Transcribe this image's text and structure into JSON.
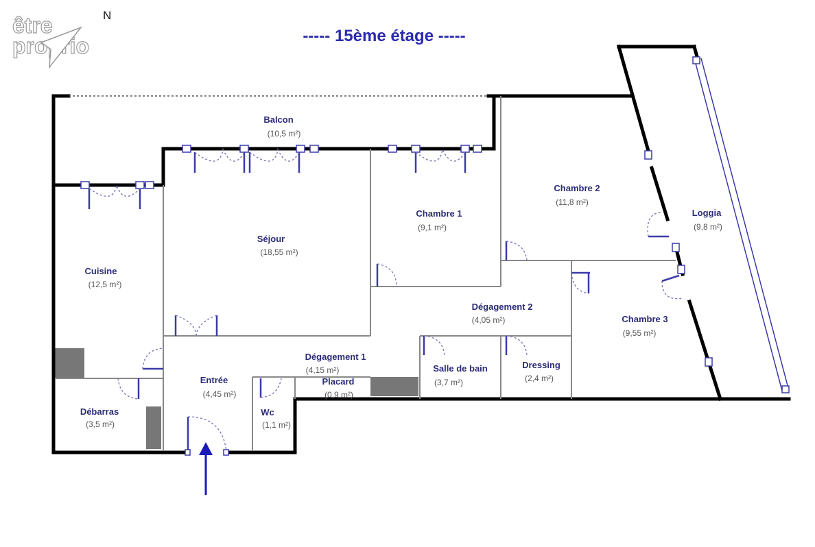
{
  "title": "----- 15ème étage -----",
  "logo": {
    "line1": "être",
    "line2": "proprio"
  },
  "north_label": "N",
  "colors": {
    "title": "#2b2bb0",
    "room_name": "#2b2b78",
    "wall": "#000000",
    "door": "#3a3aa8",
    "arrow": "#1a1ab8"
  },
  "rooms": [
    {
      "id": "balcon",
      "name": "Balcon",
      "area": "(10,5 m²)"
    },
    {
      "id": "chambre2",
      "name": "Chambre 2",
      "area": "(11,8 m²)"
    },
    {
      "id": "loggia",
      "name": "Loggia",
      "area": "(9,8 m²)"
    },
    {
      "id": "chambre1",
      "name": "Chambre 1",
      "area": "(9,1 m²)"
    },
    {
      "id": "sejour",
      "name": "Séjour",
      "area": "(18,55 m²)"
    },
    {
      "id": "cuisine",
      "name": "Cuisine",
      "area": "(12,5 m²)"
    },
    {
      "id": "degagement2",
      "name": "Dégagement 2",
      "area": "(4,05 m²)"
    },
    {
      "id": "chambre3",
      "name": "Chambre 3",
      "area": "(9,55 m²)"
    },
    {
      "id": "degagement1",
      "name": "Dégagement 1",
      "area": "(4,15 m²)"
    },
    {
      "id": "entree",
      "name": "Entrée",
      "area": "(4,45 m²)"
    },
    {
      "id": "placard",
      "name": "Placard",
      "area": "(0,9 m²)"
    },
    {
      "id": "sdb",
      "name": "Salle de bain",
      "area": "(3,7 m²)"
    },
    {
      "id": "dressing",
      "name": "Dressing",
      "area": "(2,4 m²)"
    },
    {
      "id": "debarras",
      "name": "Débarras",
      "area": "(3,5 m²)"
    },
    {
      "id": "wc",
      "name": "Wc",
      "area": "(1,1 m²)"
    }
  ]
}
